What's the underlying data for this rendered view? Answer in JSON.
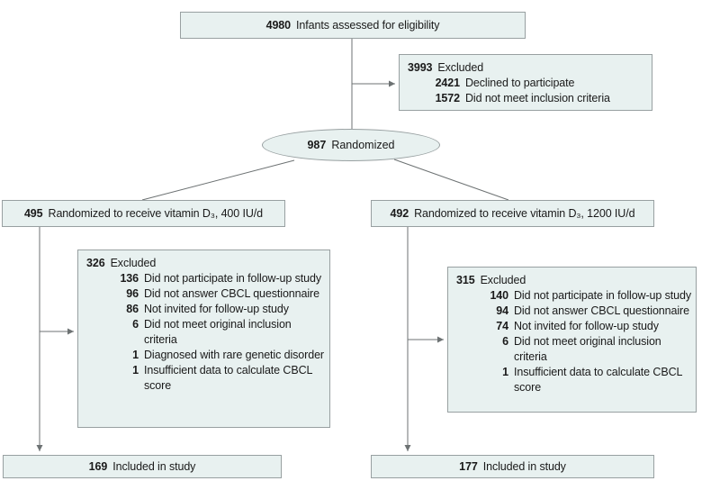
{
  "flow": {
    "eligibility": {
      "n": "4980",
      "label": "Infants assessed for eligibility"
    },
    "excluded_initial": {
      "n": "3993",
      "label": "Excluded",
      "reasons": [
        {
          "n": "2421",
          "label": "Declined to participate"
        },
        {
          "n": "1572",
          "label": "Did not meet inclusion criteria"
        }
      ]
    },
    "randomized": {
      "n": "987",
      "label": "Randomized"
    },
    "arm_400": {
      "n": "495",
      "label": "Randomized to receive vitamin D₃, 400 IU/d"
    },
    "arm_1200": {
      "n": "492",
      "label": "Randomized to receive vitamin D₃, 1200 IU/d"
    },
    "excluded_400": {
      "n": "326",
      "label": "Excluded",
      "reasons": [
        {
          "n": "136",
          "label": "Did not participate in follow-up study"
        },
        {
          "n": "96",
          "label": "Did not answer CBCL questionnaire"
        },
        {
          "n": "86",
          "label": "Not invited for follow-up study"
        },
        {
          "n": "6",
          "label": "Did not meet original inclusion criteria"
        },
        {
          "n": "1",
          "label": "Diagnosed with rare genetic disorder"
        },
        {
          "n": "1",
          "label": "Insufficient data to calculate CBCL score"
        }
      ]
    },
    "excluded_1200": {
      "n": "315",
      "label": "Excluded",
      "reasons": [
        {
          "n": "140",
          "label": "Did not participate in follow-up study"
        },
        {
          "n": "94",
          "label": "Did not answer CBCL questionnaire"
        },
        {
          "n": "74",
          "label": "Not invited for follow-up study"
        },
        {
          "n": "6",
          "label": "Did not meet original inclusion criteria"
        },
        {
          "n": "1",
          "label": "Insufficient data to calculate CBCL score"
        }
      ]
    },
    "included_400": {
      "n": "169",
      "label": "Included in study"
    },
    "included_1200": {
      "n": "177",
      "label": "Included in study"
    }
  },
  "colors": {
    "box_fill": "#e8f1f0",
    "box_border": "#98a0a1",
    "line": "#6d7273",
    "text": "#1a1a1a"
  }
}
